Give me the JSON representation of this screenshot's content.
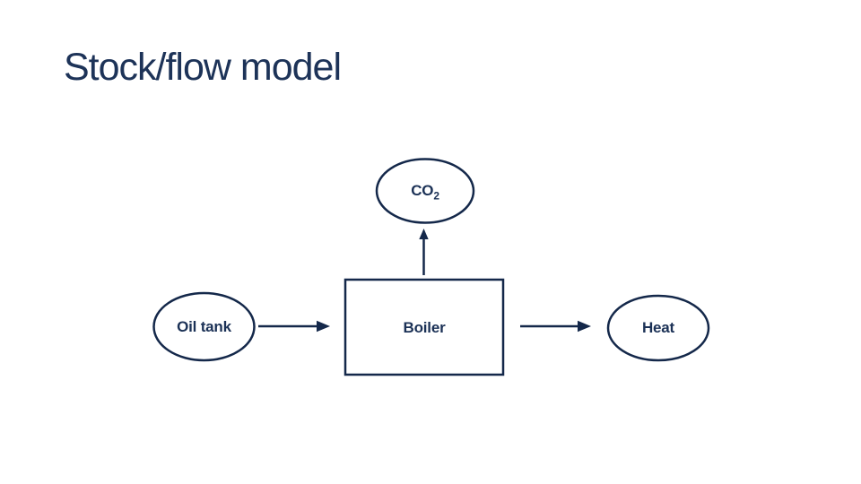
{
  "slide": {
    "title": "Stock/flow model",
    "background_color": "#ffffff",
    "title_color": "#1d3358"
  },
  "colors": {
    "ink": "#14284a",
    "label_text": "#1b3156"
  },
  "diagram": {
    "type": "stock-flow-diagram",
    "nodes": [
      {
        "id": "co2",
        "shape": "ellipse",
        "label_main": "CO",
        "label_sub": "2"
      },
      {
        "id": "oil-tank",
        "shape": "ellipse",
        "label": "Oil tank"
      },
      {
        "id": "boiler",
        "shape": "rect",
        "label": "Boiler"
      },
      {
        "id": "heat",
        "shape": "ellipse",
        "label": "Heat"
      }
    ],
    "edges": [
      {
        "from": "oil-tank",
        "to": "boiler",
        "direction": "right"
      },
      {
        "from": "boiler",
        "to": "heat",
        "direction": "right"
      },
      {
        "from": "boiler",
        "to": "co2",
        "direction": "up"
      }
    ]
  }
}
